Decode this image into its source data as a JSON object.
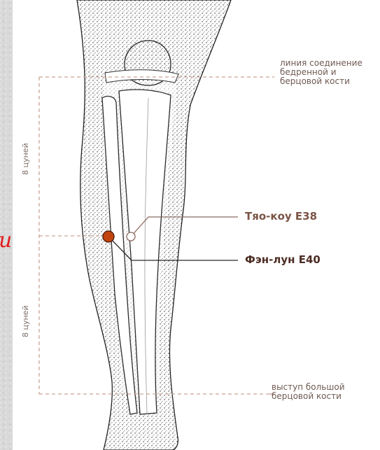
{
  "labels": {
    "knee_line": [
      "линия соединение",
      "бедренной и",
      "берцовой кости"
    ],
    "tibia_bump": [
      "выступ большой",
      "берцовой кости"
    ],
    "point_38": "Тяо-коу Е38",
    "point_40": "Фэн-лун Е40",
    "upper_measure": "8 цуней",
    "lower_measure": "8 цуней",
    "fragment": "и"
  },
  "colors": {
    "dash": "#c9a395",
    "leader": "#8b6a60",
    "point_40": "#c1440e",
    "point_38_fill": "#ffffff",
    "red_text": "#e21b1b"
  }
}
